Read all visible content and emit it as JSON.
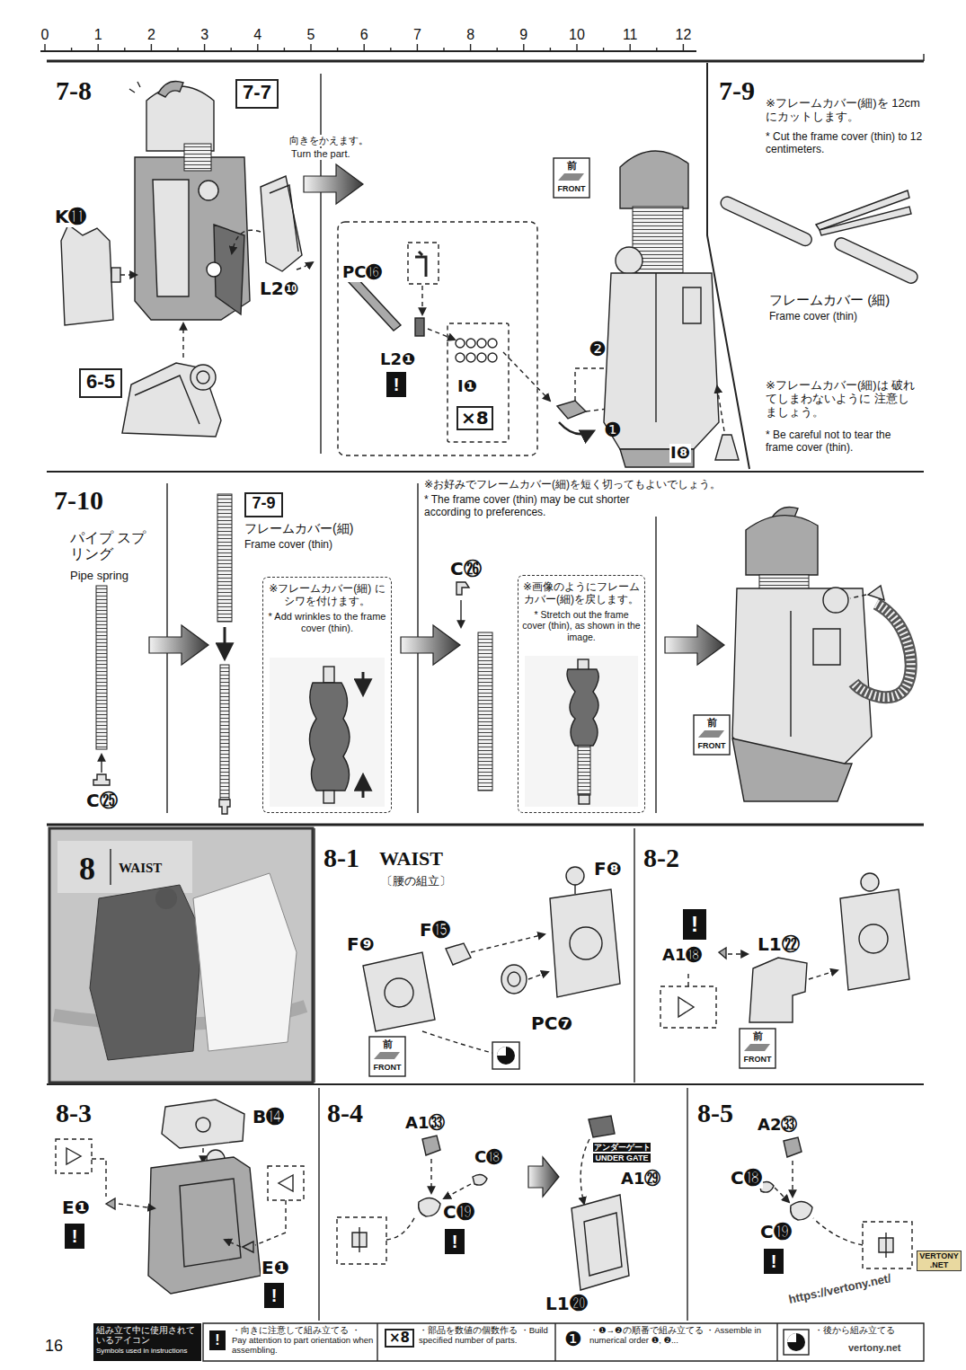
{
  "diagram": {
    "nodes": [
      {
        "text": [
          "7-8"
        ]
      },
      {
        "text": [
          "7-7"
        ],
        "in": 0
      },
      {
        "text": [
          "6-5"
        ],
        "in": 0
      },
      {
        "text": [
          "7-9"
        ]
      },
      {
        "text": [
          "7-10"
        ]
      },
      {
        "text": [
          "7-9"
        ],
        "in": 4
      },
      {
        "text": [
          "※フレームカバー(細) にシワを付けます。",
          "* Add wrinkles to the frame cover (thin)."
        ],
        "in": 4
      },
      {
        "text": [
          "※画像のようにフレーム カバー(細)を戻します。",
          "* Stretch out the frame cover (thin), as shown in the image."
        ],
        "in": 4
      },
      {
        "text": [
          "8",
          "WAIST"
        ]
      },
      {
        "text": [
          "8-1",
          "WAIST",
          "〔腰の組立〕"
        ]
      },
      {
        "text": [
          "8-2"
        ]
      },
      {
        "text": [
          "8-3"
        ]
      },
      {
        "text": [
          "8-4"
        ]
      },
      {
        "text": [
          "8-5"
        ]
      }
    ],
    "labels": [
      "0",
      "1",
      "2",
      "3",
      "4",
      "5",
      "6",
      "7",
      "8",
      "9",
      "10",
      "11",
      "12",
      "K⓫",
      "L2❿",
      "向きをかえます。",
      "Turn the part.",
      "前",
      "FRONT",
      "PC⓰",
      "L2❶",
      "!",
      "I❶",
      "×8",
      "❷",
      "❶",
      "I❽",
      "※フレームカバー(細)を 12cmにカットします。",
      "* Cut the frame cover (thin) to 12 centimeters.",
      "フレームカバー (細)",
      "Frame cover (thin)",
      "※フレームカバー(細)は 破れてしまわないように 注意しましょう。",
      "* Be careful not to tear the frame cover (thin).",
      "パイプ スプリング",
      "Pipe spring",
      "C㉕",
      "フレームカバー(細)",
      "Frame cover (thin)",
      "※お好みでフレームカバー(細)を短く切ってもよいでしょう。",
      "* The frame cover (thin) may be cut shorter according to preferences.",
      "C㉖",
      "前",
      "FRONT",
      "F❽",
      "F⓯",
      "F❾",
      "PC❼",
      "前",
      "FRONT",
      "!",
      "L1㉒",
      "A1⓲",
      "前",
      "FRONT",
      "B⓮",
      "E❶",
      "!",
      "E❶",
      "!",
      "A1㉝",
      "C⓲",
      "C⓳",
      "!",
      "アンダーゲート",
      "UNDER GATE",
      "A1㉙",
      "L1⓴",
      "A2㉝",
      "C⓲",
      "C⓳",
      "!",
      "https://vertony.net/",
      "VERTONY .NET",
      "vertony.net",
      "16",
      "組み立て中に使用されているアイコン",
      "Symbols used in instructions",
      "!",
      "×8",
      "❶"
    ],
    "legend": [
      {
        "text": "・向きに注意して組み立てる ・Pay attention to part orientation when assembling."
      },
      {
        "text": "・部品を数値の個数作る ・Build specified number of parts."
      },
      {
        "text": "・❶→❷の順番で組み立てる ・Assemble in numerical order ❶, ❷..."
      },
      {
        "text": "・後から組み立てる"
      }
    ]
  }
}
